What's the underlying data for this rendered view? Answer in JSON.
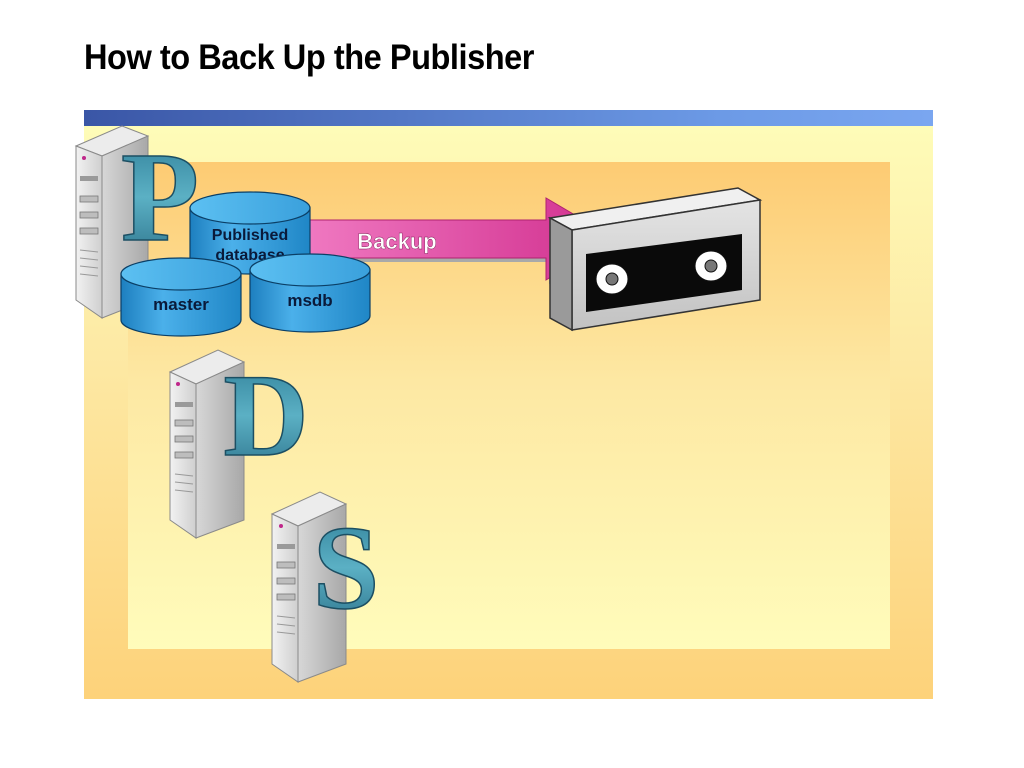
{
  "title": "How to Back Up the Publisher",
  "servers": [
    {
      "letter": "P"
    },
    {
      "letter": "D"
    },
    {
      "letter": "S"
    }
  ],
  "databases": {
    "published": [
      "Published",
      "database"
    ],
    "master": "master",
    "msdb": "msdb"
  },
  "arrow_label": "Backup",
  "colors": {
    "title_bar_start": "#3a56a6",
    "title_bar_end": "#7aa6f0",
    "frame": "#fde9a4",
    "inner_panel": "#fdcb73",
    "database_fill": "#2e9ad8",
    "arrow_fill": "#e0429f",
    "letter_fill": "#3f8ea6"
  }
}
